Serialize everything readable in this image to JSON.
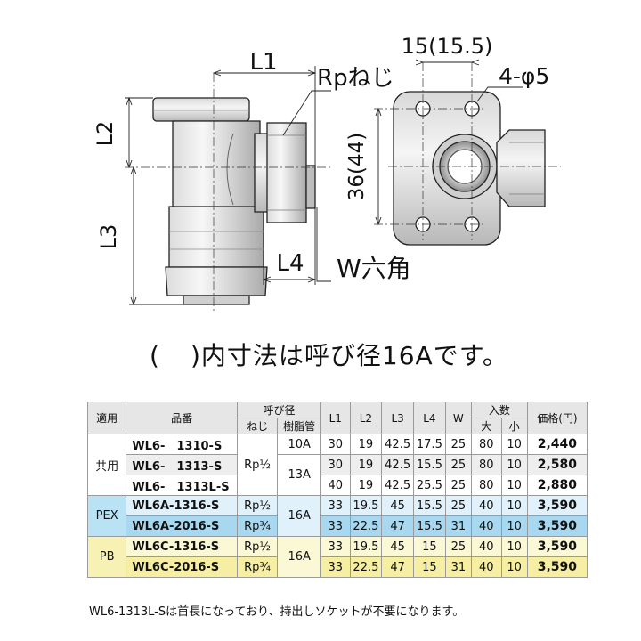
{
  "dimension_labels": {
    "l1": "L1",
    "l2": "L2",
    "l3": "L3",
    "l4": "L4",
    "rp_thread": "Rpねじ",
    "w_hex": "W六角",
    "width": "15(15.5)",
    "hole": "4-φ5",
    "height": "36(44)"
  },
  "note": {
    "open": "(",
    "text": ")内寸法は呼び径16Aです。"
  },
  "table": {
    "headers": {
      "usage": "適用",
      "part_no": "品番",
      "nominal": "呼び径",
      "thread": "ねじ",
      "resin_pipe": "樹脂管",
      "l1": "L1",
      "l2": "L2",
      "l3": "L3",
      "l4": "L4",
      "w": "W",
      "qty": "入数",
      "qty_large": "大",
      "qty_small": "小",
      "price": "価格(円)"
    },
    "groups": {
      "common": "共用",
      "pex": "PEX",
      "pb": "PB"
    },
    "shared": {
      "rp_half": "Rp½",
      "a10": "10A",
      "a13": "13A",
      "a16": "16A"
    },
    "rows": [
      {
        "part_no": "WL6-　1310-S",
        "thread": "",
        "pipe": "10A",
        "l1": "30",
        "l2": "19",
        "l3": "42.5",
        "l4": "17.5",
        "w": "25",
        "large": "80",
        "small": "10",
        "price": "2,440"
      },
      {
        "part_no": "WL6-　1313-S",
        "thread": "",
        "pipe": "",
        "l1": "30",
        "l2": "19",
        "l3": "42.5",
        "l4": "15.5",
        "w": "25",
        "large": "80",
        "small": "10",
        "price": "2,580"
      },
      {
        "part_no": "WL6-　1313L-S",
        "thread": "",
        "pipe": "",
        "l1": "40",
        "l2": "19",
        "l3": "42.5",
        "l4": "25.5",
        "w": "25",
        "large": "80",
        "small": "10",
        "price": "2,880"
      },
      {
        "part_no": "WL6A-1316-S",
        "thread": "Rp½",
        "pipe": "",
        "l1": "33",
        "l2": "19.5",
        "l3": "45",
        "l4": "15.5",
        "w": "25",
        "large": "40",
        "small": "10",
        "price": "3,590"
      },
      {
        "part_no": "WL6A-2016-S",
        "thread": "Rp¾",
        "pipe": "",
        "l1": "33",
        "l2": "22.5",
        "l3": "47",
        "l4": "15.5",
        "w": "31",
        "large": "40",
        "small": "10",
        "price": "3,590"
      },
      {
        "part_no": "WL6C-1316-S",
        "thread": "Rp½",
        "pipe": "",
        "l1": "33",
        "l2": "19.5",
        "l3": "45",
        "l4": "15",
        "w": "25",
        "large": "40",
        "small": "10",
        "price": "3,590"
      },
      {
        "part_no": "WL6C-2016-S",
        "thread": "Rp¾",
        "pipe": "",
        "l1": "33",
        "l2": "22.5",
        "l3": "47",
        "l4": "15",
        "w": "31",
        "large": "40",
        "small": "10",
        "price": "3,590"
      }
    ]
  },
  "footnote": "WL6-1313L-Sは首長になっており、持出しソケットが不要になります。"
}
